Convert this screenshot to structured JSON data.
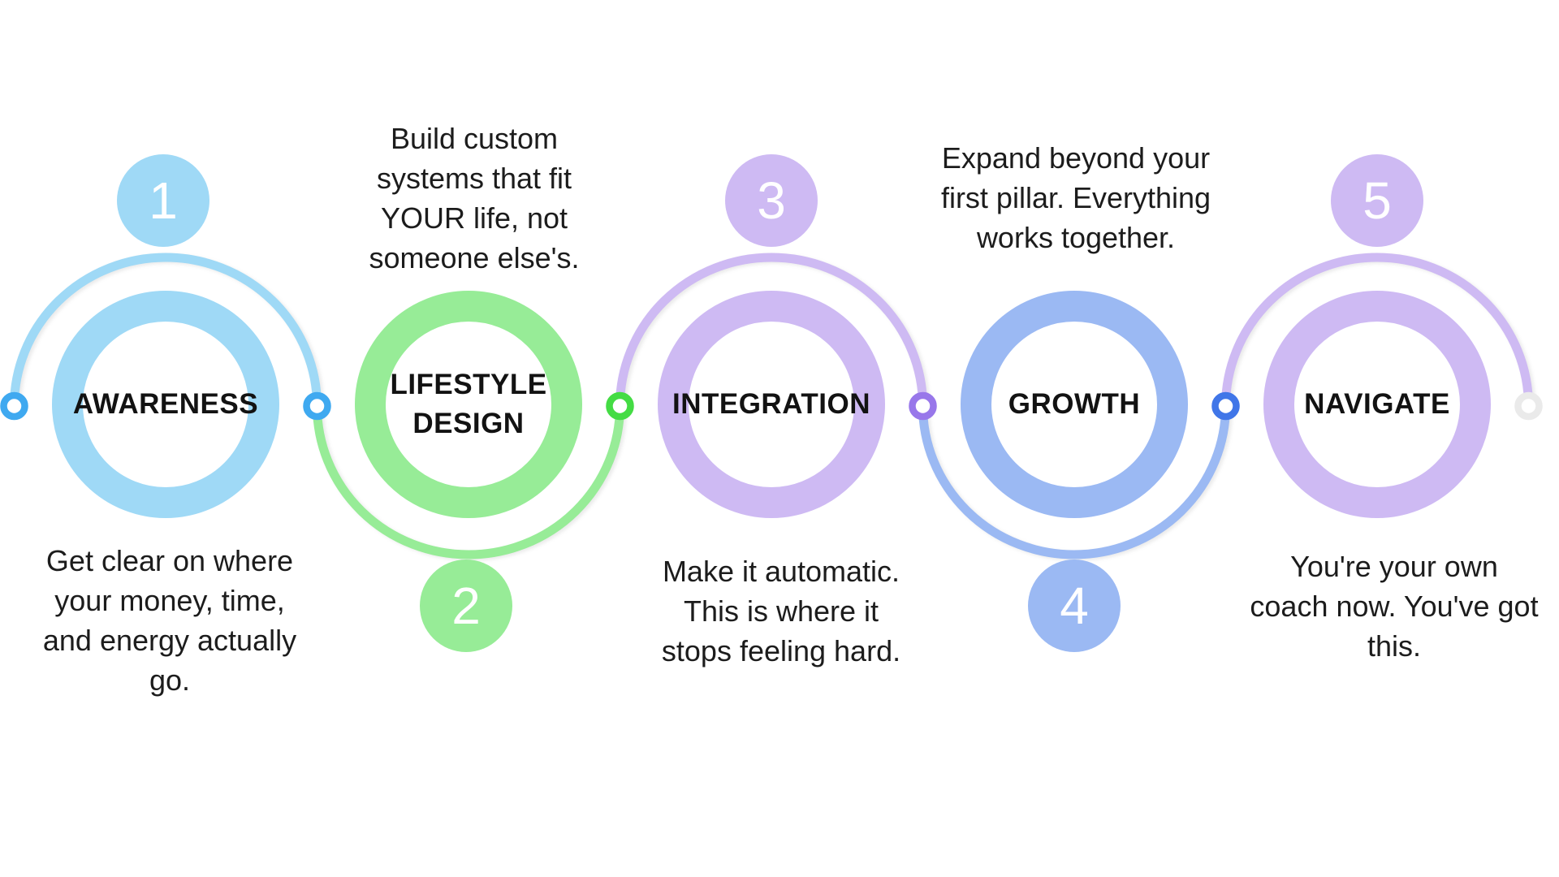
{
  "background_color": "#ffffff",
  "text_color": "#1c1c1c",
  "steps": [
    {
      "number": "1",
      "title": "AWARENESS",
      "description": "Get clear on where\nyour money, time,\nand energy actually\ngo.",
      "color": "#9FD9F6",
      "badge_position": "top",
      "description_position": "below"
    },
    {
      "number": "2",
      "title": "LIFESTYLE DESIGN",
      "description": "Build custom\nsystems that fit\nYOUR life, not\nsomeone else's.",
      "color": "#97EC97",
      "badge_position": "bottom",
      "description_position": "above"
    },
    {
      "number": "3",
      "title": "INTEGRATION",
      "description": "Make it automatic.\nThis is where it\nstops feeling hard.",
      "color": "#CEBAF3",
      "badge_position": "top",
      "description_position": "below"
    },
    {
      "number": "4",
      "title": "GROWTH",
      "description": "Expand beyond your\nfirst pillar. Everything\nworks together.",
      "color": "#9BB9F3",
      "badge_position": "bottom",
      "description_position": "above"
    },
    {
      "number": "5",
      "title": "NAVIGATE",
      "description": "You're your own\ncoach now. You've got\nthis.",
      "color": "#CEBAF3",
      "badge_position": "top",
      "description_position": "below"
    }
  ],
  "connector_nodes": [
    {
      "color": "#3FA9F0"
    },
    {
      "color": "#3FA9F0"
    },
    {
      "color": "#44DC44"
    },
    {
      "color": "#9877EA"
    },
    {
      "color": "#4076E8"
    },
    {
      "color": "#EAEAEA"
    }
  ]
}
